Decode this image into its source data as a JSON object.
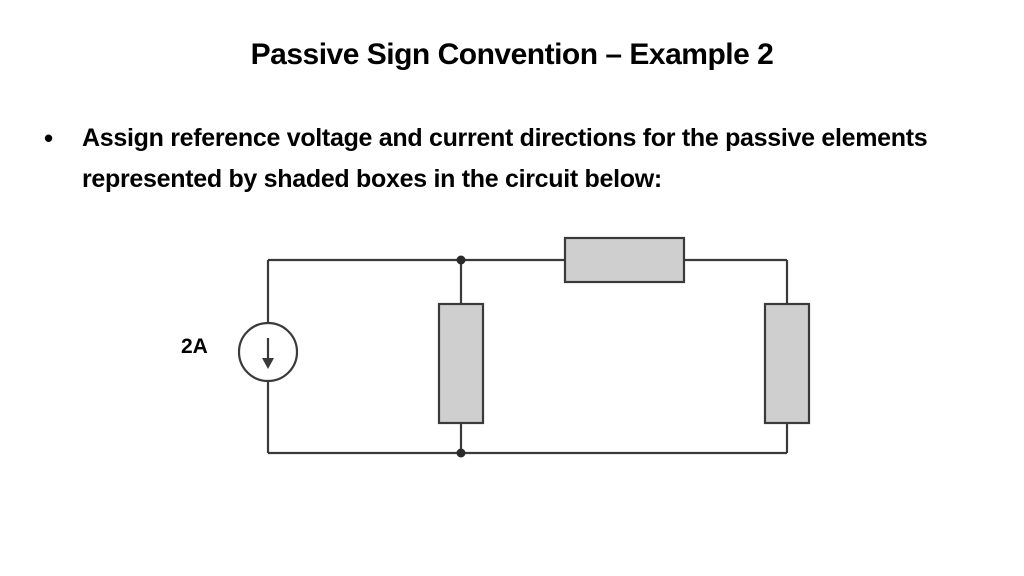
{
  "slide": {
    "title": "Passive Sign Convention – Example 2",
    "bullet_marker": "•",
    "bullet_text": "Assign reference voltage and current directions for the passive elements represented by shaded boxes in the circuit below:"
  },
  "circuit": {
    "source_label": "2A",
    "source_direction": "down",
    "element_fill_color": "#cfcfcf",
    "wire_color": "#3a3a3a"
  }
}
